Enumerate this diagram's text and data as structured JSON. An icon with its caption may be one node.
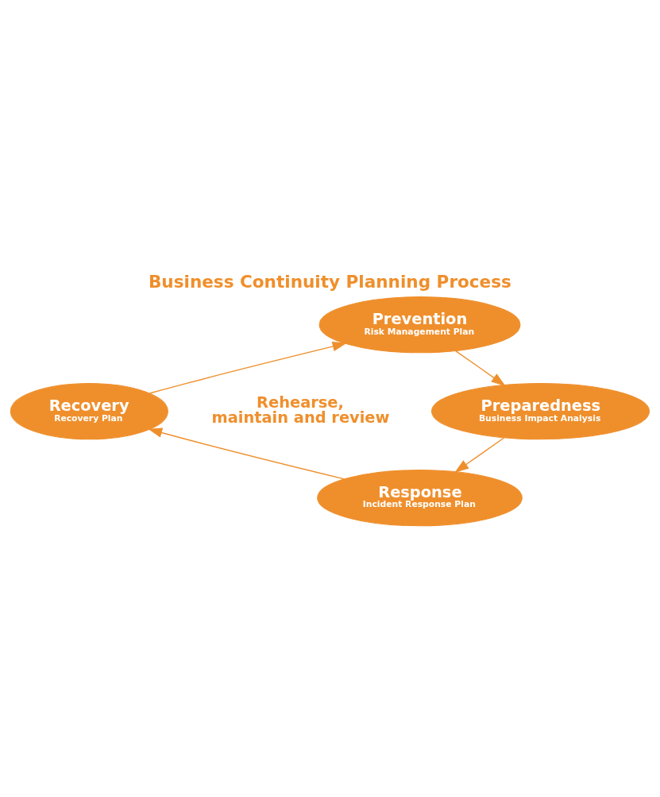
{
  "diagram": {
    "title": "Business Continuity Planning Process",
    "nodes": [
      {
        "text": [
          "Prevention",
          "Risk Management Plan"
        ]
      },
      {
        "text": [
          "Recovery",
          "Recovery Plan"
        ]
      },
      {
        "text": [
          "Preparedness",
          "Business Impact Analysis"
        ]
      },
      {
        "text": [
          "Response",
          "Incident Response Plan"
        ]
      }
    ],
    "edges": [
      {
        "from": 0,
        "to": 2,
        "arrow": "to"
      },
      {
        "from": 2,
        "to": 3,
        "arrow": "to"
      },
      {
        "from": 3,
        "to": 1,
        "arrow": "to"
      },
      {
        "from": 1,
        "to": 0,
        "arrow": "to"
      }
    ],
    "labels": [
      "Rehearse, maintain and review"
    ]
  }
}
